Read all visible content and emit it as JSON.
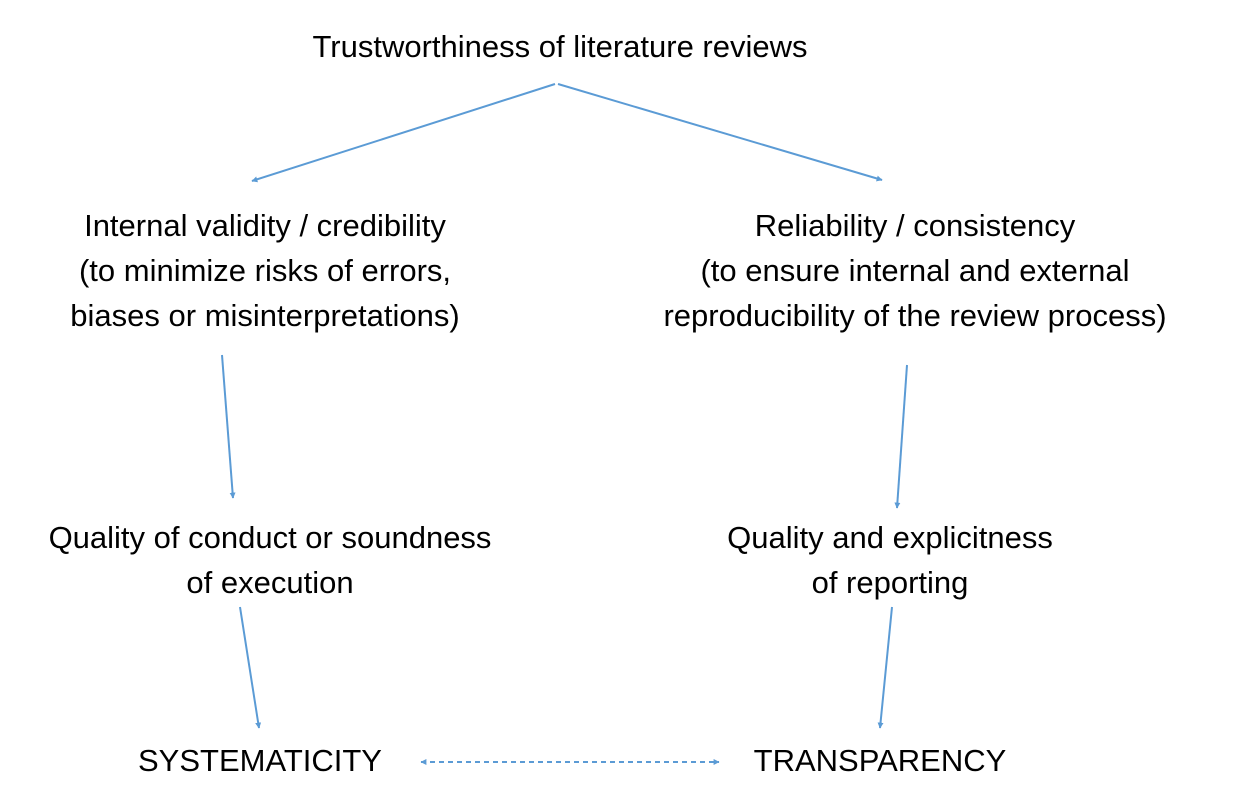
{
  "diagram": {
    "colors": {
      "arrow": "#5B9BD5",
      "text": "#000000",
      "background": "#FFFFFF"
    },
    "nodes": {
      "top": {
        "lines": [
          "Trustworthiness of literature reviews"
        ]
      },
      "internal_validity": {
        "lines": [
          "Internal validity / credibility",
          "(to minimize risks of errors,",
          "biases or misinterpretations)"
        ]
      },
      "reliability": {
        "lines": [
          "Reliability / consistency",
          "(to ensure internal and external",
          "reproducibility of the review process)"
        ]
      },
      "quality_conduct": {
        "lines": [
          "Quality of conduct or soundness",
          "of execution"
        ]
      },
      "quality_reporting": {
        "lines": [
          "Quality and explicitness",
          "of reporting"
        ]
      },
      "systematicity": {
        "lines": [
          "SYSTEMATICITY"
        ]
      },
      "transparency": {
        "lines": [
          "TRANSPARENCY"
        ]
      }
    }
  }
}
